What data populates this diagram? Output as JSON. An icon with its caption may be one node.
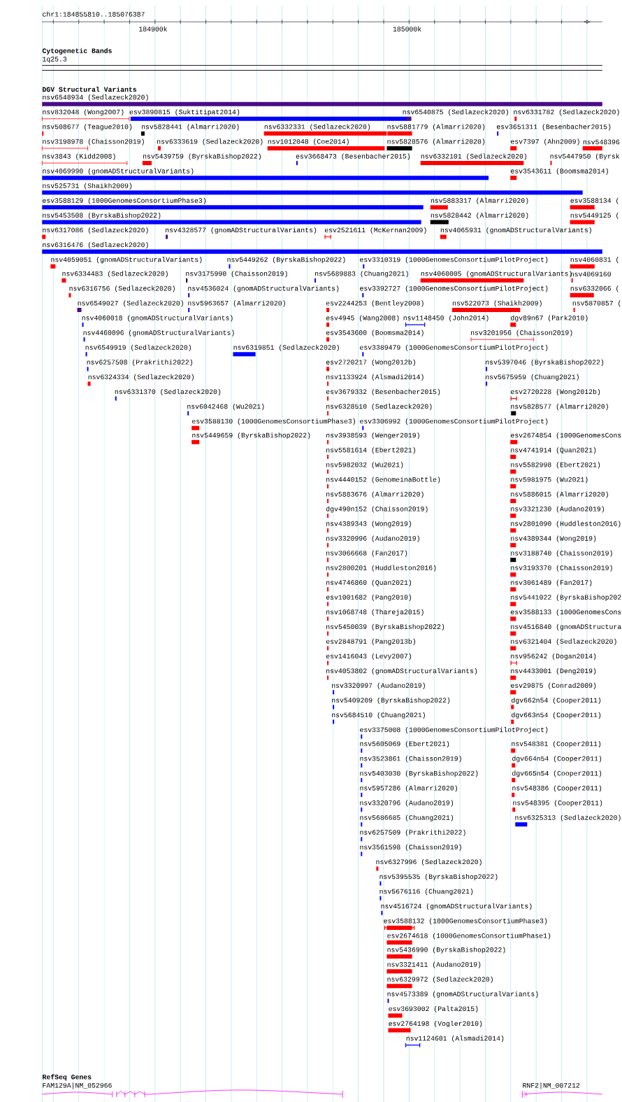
{
  "diagram": {
    "labels": [
      "chr1:184855810..185076387",
      "184900k",
      "185000k",
      "Cytogenetic Bands",
      "1q25.3",
      "DGV Structural Variants",
      "nsv6548934 (Sedlazeck2020)",
      "nsv832048 (Wong2007)",
      "esv3890815 (Suktitipat2014)",
      "nsv6540875 (Sedlazeck2020)",
      "nsv6331782 (Sedlazeck2020)",
      "nsv508677 (Teague2010)",
      "nsv5828441 (Almarri2020)",
      "nsv6332331 (Sedlazeck2020)",
      "nsv5881779 (Almarri2020)",
      "esv3651311 (Besenbacher2015)",
      "nsv3198978 (Chaisson2019)",
      "nsv6333619 (Sedlazeck2020)",
      "nsv1012048 (Coe2014)",
      "nsv5828576 (Almarri2020)",
      "esv7397 (Ahn2009)",
      "nsv548396",
      "nsv3843 (Kidd2008)",
      "nsv5439759 (ByrskaBishop2022)",
      "esv3668473 (Besenbacher2015)",
      "nsv6332101 (Sedlazeck2020)",
      "nsv5447950 (Byrsk",
      "nsv4069990 (gnomADStructuralVariants)",
      "esv3543611 (Boomsma2014)",
      "nsv525731 (Shaikh2009)",
      "esv3588129 (1000GenomesConsortiumPhase3)",
      "nsv5883317 (Almarri2020)",
      "esv3588134 (",
      "nsv5453508 (ByrskaBishop2022)",
      "nsv5828442 (Almarri2020)",
      "nsv5449125 (",
      "nsv6317086 (Sedlazeck2020)",
      "nsv4328577 (gnomADStructuralVariants)",
      "esv2521611 (McKernan2009)",
      "nsv4065931 (gnomADStructuralVariants)",
      "nsv6316476 (Sedlazeck2020)",
      "nsv4059051 (gnomADStructuralVariants)",
      "nsv5449262 (ByrskaBishop2022)",
      "esv3310319 (1000GenomesConsortiumPilotProject)",
      "nsv4060831 (",
      "nsv6334483 (Sedlazeck2020)",
      "nsv3175990 (Chaisson2019)",
      "nsv5689883 (Chuang2021)",
      "nsv4060005 (gnomADStructuralVariants)",
      "nsv4069160",
      "nsv6316756 (Sedlazeck2020)",
      "nsv4536024 (gnomADStructuralVariants)",
      "esv3392727 (1000GenomesConsortiumPilotProject)",
      "nsv6332066 (",
      "nsv6549027 (Sedlazeck2020)",
      "nsv5963657 (Almarri2020)",
      "esv2244253 (Bentley2008)",
      "nsv522073 (Shaikh2009)",
      "nsv5870857 (",
      "nsv4060018 (gnomADStructuralVariants)",
      "esv4945 (Wang2008)",
      "nsv1148450 (John2014)",
      "dgv89n67 (Park2010)",
      "nsv4460096 (gnomADStructuralVariants)",
      "esv3543600 (Boomsma2014)",
      "nsv3201956 (Chaisson2019)",
      "nsv6549919 (Sedlazeck2020)",
      "nsv6319851 (Sedlazeck2020)",
      "esv3389479 (1000GenomesConsortiumPilotProject)",
      "nsv6257508 (Prakrithi2022)",
      "esv2720217 (Wong2012b)",
      "nsv5397046 (ByrskaBishop2022)",
      "nsv6324334 (Sedlazeck2020)",
      "nsv1133924 (Alsmadi2014)",
      "nsv5675959 (Chuang2021)",
      "nsv6331370 (Sedlazeck2020)",
      "esv3679332 (Besenbacher2015)",
      "esv2720228 (Wong2012b)",
      "nsv6042468 (Wu2021)",
      "nsv6328510 (Sedlazeck2020)",
      "nsv5828577 (Almarri2020)",
      "esv3588130 (1000GenomesConsortiumPhase3)",
      "esv3306992 (1000GenomesConsortiumPilotProject)",
      "nsv5449659 (ByrskaBishop2022)",
      "nsv3938593 (Wenger2019)",
      "esv2674854 (1000GenomesCons",
      "nsv5581614 (Ebert2021)",
      "nsv4741914 (Quan2021)",
      "nsv5982032 (Wu2021)",
      "nsv5582998 (Ebert2021)",
      "nsv4440152 (GenomeinaBottle)",
      "nsv5981975 (Wu2021)",
      "nsv5883676 (Almarri2020)",
      "nsv5886015 (Almarri2020)",
      "dgv490n152 (Chaisson2019)",
      "nsv3321230 (Audano2019)",
      "nsv4389343 (Wong2019)",
      "nsv2801090 (Huddleston2016)",
      "nsv3320996 (Audano2019)",
      "nsv4389344 (Wong2019)",
      "nsv3066668 (Fan2017)",
      "nsv3188740 (Chaisson2019)",
      "nsv2800201 (Huddleston2016)",
      "nsv3193370 (Chaisson2019)",
      "nsv4746860 (Quan2021)",
      "nsv3061489 (Fan2017)",
      "esv1001682 (Pang2010)",
      "nsv5441022 (ByrskaBishop202",
      "nsv1068748 (Thareja2015)",
      "esv3588133 (1000GenomesCons",
      "nsv5450039 (ByrskaBishop2022)",
      "nsv4516840 (gnomADStructura",
      "esv2848791 (Pang2013b)",
      "nsv6321404 (Sedlazeck2020)",
      "esv1416043 (Levy2007)",
      "nsv956242 (Dogan2014)",
      "nsv4053802 (gnomADStructuralVariants)",
      "nsv4433001 (Deng2019)",
      "nsv3320997 (Audano2019)",
      "esv29875 (Conrad2009)",
      "nsv5409209 (ByrskaBishop2022)",
      "dgv662n54 (Cooper2011)",
      "nsv5684510 (Chuang2021)",
      "dgv663n54 (Cooper2011)",
      "esv3375008 (1000GenomesConsortiumPilotProject)",
      "nsv5605069 (Ebert2021)",
      "nsv548381 (Cooper2011)",
      "nsv3523861 (Chaisson2019)",
      "dgv664n54 (Cooper2011)",
      "nsv5403030 (ByrskaBishop2022)",
      "dgv665n54 (Cooper2011)",
      "nsv5957286 (Almarri2020)",
      "nsv548386 (Cooper2011)",
      "nsv3320796 (Audano2019)",
      "nsv548395 (Cooper2011)",
      "nsv5686685 (Chuang2021)",
      "nsv6325313 (Sedlazeck2020)",
      "nsv6257509 (Prakrithi2022)",
      "nsv3561598 (Chaisson2019)",
      "nsv6327996 (Sedlazeck2020)",
      "nsv5395535 (ByrskaBishop2022)",
      "nsv5676116 (Chuang2021)",
      "nsv4516724 (gnomADStructuralVariants)",
      "esv3588132 (1000GenomesConsortiumPhase3)",
      "esv2674618 (1000GenomesConsortiumPhase1)",
      "nsv5436990 (ByrskaBishop2022)",
      "nsv3321411 (Audano2019)",
      "nsv6329972 (Sedlazeck2020)",
      "nsv4573389 (gnomADStructuralVariants)",
      "esv3693002 (Palta2015)",
      "esv2764198 (Vogler2010)",
      "nsv1124601 (Alsmadi2014)",
      "RefSeq Genes",
      "FAM129A|NM_052966",
      "RNF2|NM_007212"
    ]
  }
}
